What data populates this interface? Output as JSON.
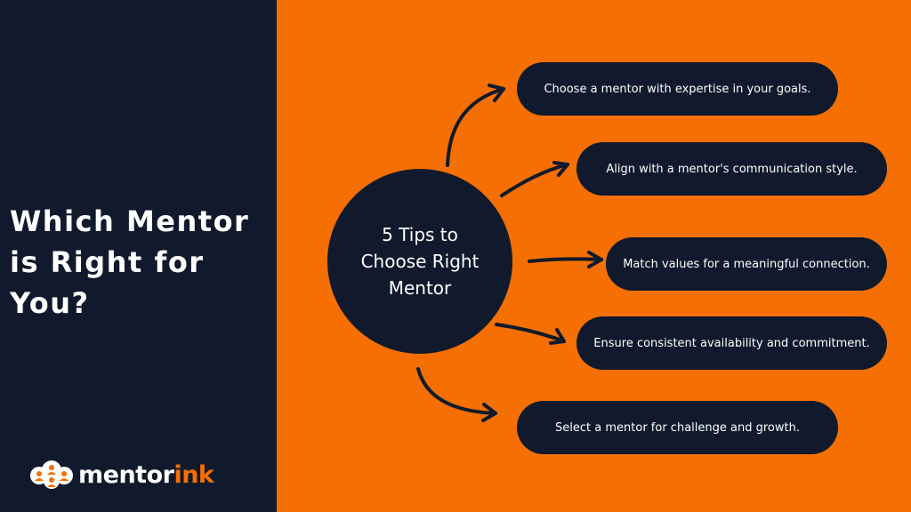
{
  "heading": {
    "line1": "Which Mentor",
    "line2": "is Right for",
    "line3": "You?"
  },
  "center": {
    "line1": "5 Tips to",
    "line2": "Choose Right",
    "line3": "Mentor"
  },
  "tips": [
    "Choose a mentor with expertise in your goals.",
    "Align with a mentor's communication style.",
    "Match values for a meaningful connection.",
    "Ensure consistent availability and commitment.",
    "Select a mentor for challenge and growth."
  ],
  "logo": {
    "part1": "mentor",
    "part2": "ink"
  },
  "colors": {
    "navy": "#101a2c",
    "orange": "#f56f02",
    "white": "#ffffff"
  }
}
